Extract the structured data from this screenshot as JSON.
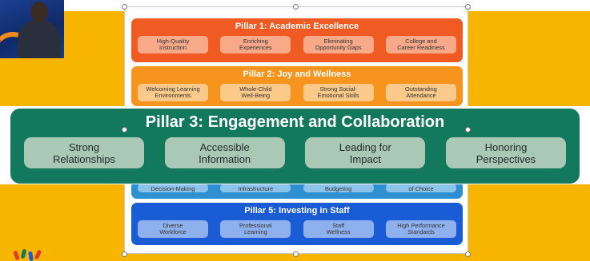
{
  "pillars": [
    {
      "title": "Pillar 1: Academic Excellence",
      "color": "#f05a23",
      "items": [
        "High-Quality\nInstruction",
        "Enriching\nExperiences",
        "Eliminating\nOpportunity Gaps",
        "College and\nCareer Readiness"
      ]
    },
    {
      "title": "Pillar 2: Joy and Wellness",
      "color": "#f7941d",
      "items": [
        "Welcoming Learning\nEnvironments",
        "Whole-Child\nWell-Being",
        "Strong Social-\nEmotional Skills",
        "Outstanding\nAttendance"
      ]
    },
    {
      "title": "Pillar 3: Engagement and Collaboration",
      "color": "#13795c",
      "items": [
        "Strong\nRelationships",
        "Accessible\nInformation",
        "Leading for\nImpact",
        "Honoring\nPerspectives"
      ]
    },
    {
      "title": "",
      "color": "#2e8fd1",
      "items": [
        "Decision-Making",
        "Infrastructure",
        "Budgeting",
        "of Choice"
      ]
    },
    {
      "title": "Pillar 5: Investing in Staff",
      "color": "#1a5cd6",
      "items": [
        "Diverse\nWorkforce",
        "Professional\nLearning",
        "Staff\nWellness",
        "High Performance\nStandards"
      ]
    }
  ]
}
